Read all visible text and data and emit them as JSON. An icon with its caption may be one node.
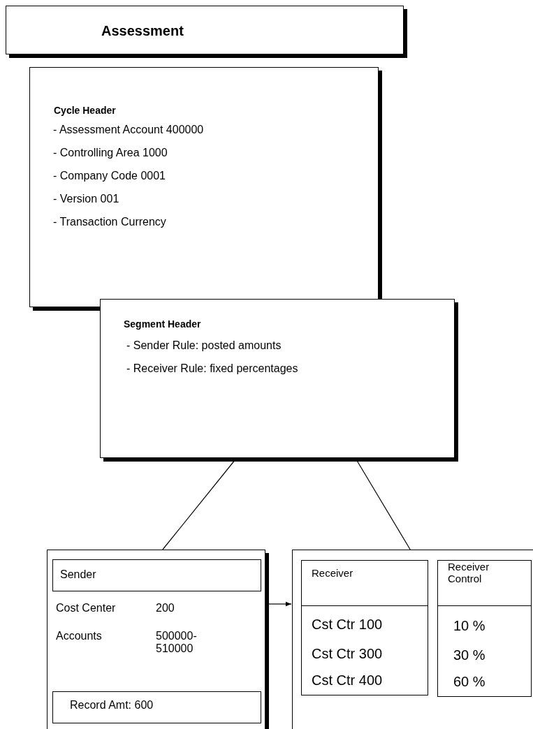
{
  "diagram": {
    "nodes": [
      {
        "text": [
          "Assessment"
        ]
      },
      {
        "text": [
          "Cycle Header",
          "- Assessment Account 400000",
          "- Controlling Area 1000",
          "- Company Code 0001",
          "- Version 001",
          "- Transaction Currency"
        ]
      },
      {
        "text": [
          "Segment Header",
          "- Sender Rule: posted amounts",
          "- Receiver Rule: fixed percentages"
        ]
      },
      {
        "text": [
          "Cost Center",
          "200",
          "Accounts",
          "500000- 510000"
        ]
      },
      {
        "text": [
          "Sender"
        ],
        "in": 3
      },
      {
        "text": [
          "Record Amt: 600"
        ],
        "in": 3
      },
      {
        "text": [],
        "shape": "box"
      },
      {
        "text": [
          "Receiver",
          "Cst Ctr 100",
          "Cst Ctr 300",
          "Cst Ctr 400"
        ],
        "in": 6
      },
      {
        "text": [
          "Receiver Control",
          "10 %",
          "30 %",
          "60 %"
        ],
        "in": 6
      }
    ],
    "edges": [
      {
        "from": 2,
        "to": 3,
        "arrow": "none"
      },
      {
        "from": 2,
        "to": 6,
        "arrow": "none"
      },
      {
        "from": 3,
        "to": 6,
        "arrow": "to"
      }
    ]
  }
}
